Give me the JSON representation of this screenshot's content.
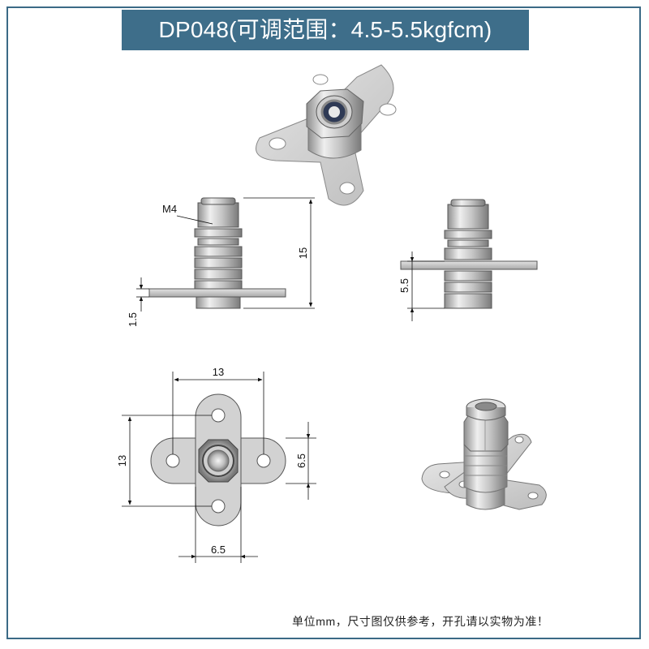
{
  "header": {
    "title": "DP048(可调范围：4.5-5.5kgfcm)"
  },
  "labels": {
    "thread": "M4",
    "height_total": "15",
    "plate_thickness": "1.5",
    "plate_offset": "5.5",
    "width_span": "13",
    "height_span": "13",
    "tab_width_h": "6.5",
    "tab_width_v": "6.5"
  },
  "footer": {
    "note": "单位mm，尺寸图仅供参考，开孔请以实物为准！"
  },
  "colors": {
    "title_bg": "#3e6e8a",
    "border": "#3b6a86",
    "metal": "#c9c9c9"
  }
}
